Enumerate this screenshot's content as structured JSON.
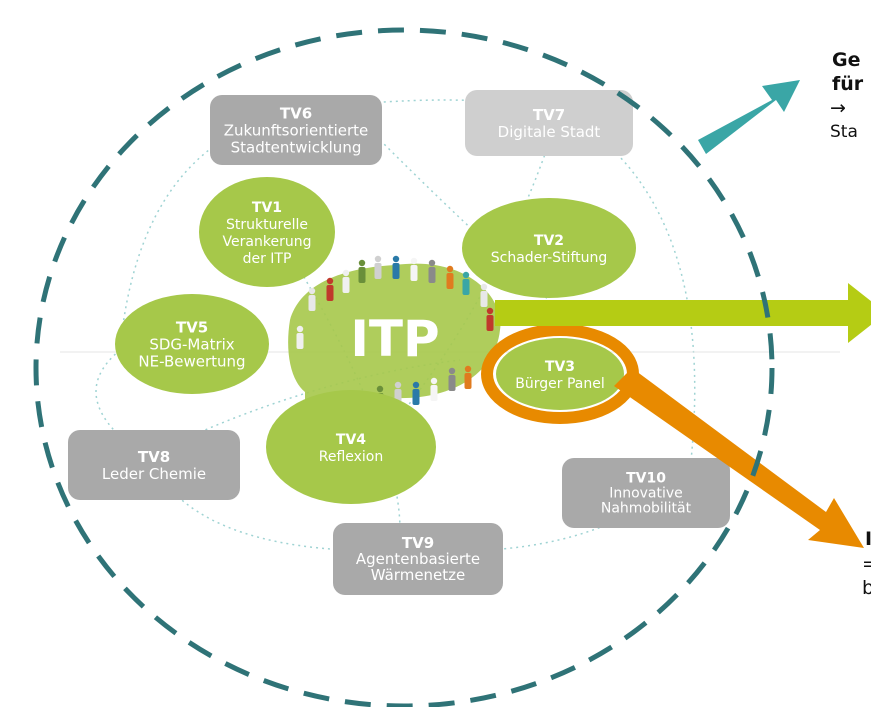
{
  "center": {
    "label": "ITP"
  },
  "nodes": [
    {
      "id": "tv6",
      "code": "TV6",
      "lines": [
        "Zukunftsorientierte",
        "Stadtentwicklung"
      ],
      "kind": "gray-dark"
    },
    {
      "id": "tv7",
      "code": "TV7",
      "lines": [
        "Digitale Stadt"
      ],
      "kind": "gray-light"
    },
    {
      "id": "tv1",
      "code": "TV1",
      "lines": [
        "Strukturelle",
        "Verankerung",
        "der ITP"
      ],
      "kind": "green"
    },
    {
      "id": "tv2",
      "code": "TV2",
      "lines": [
        "Schader-Stiftung"
      ],
      "kind": "green"
    },
    {
      "id": "tv5",
      "code": "TV5",
      "lines": [
        "SDG-Matrix",
        "NE-Bewertung"
      ],
      "kind": "green"
    },
    {
      "id": "tv3",
      "code": "TV3",
      "lines": [
        "Bürger Panel"
      ],
      "kind": "green"
    },
    {
      "id": "tv4",
      "code": "TV4",
      "lines": [
        "Reflexion"
      ],
      "kind": "green"
    },
    {
      "id": "tv8",
      "code": "TV8",
      "lines": [
        "Leder Chemie"
      ],
      "kind": "gray-dark"
    },
    {
      "id": "tv10",
      "code": "TV10",
      "lines": [
        "Innovative",
        "Nahmobilität"
      ],
      "kind": "gray-dark"
    },
    {
      "id": "tv9",
      "code": "TV9",
      "lines": [
        "Agentenbasierte",
        "Wärmenetze"
      ],
      "kind": "gray-dark"
    }
  ],
  "side_text": {
    "top_line1": "Ge",
    "top_line2": "für",
    "top_arrow": "→",
    "top_line4": "Sta",
    "bottom_line1": "I",
    "bottom_line2": "=",
    "bottom_line3": "b"
  },
  "colors": {
    "green": "#a6c84a",
    "gray_dark": "#a9a9a9",
    "gray_light": "#cfcfcf",
    "teal": "#3aa6a6",
    "lime": "#b5cc14",
    "orange": "#e88a00",
    "dashed": "#2f7377"
  }
}
